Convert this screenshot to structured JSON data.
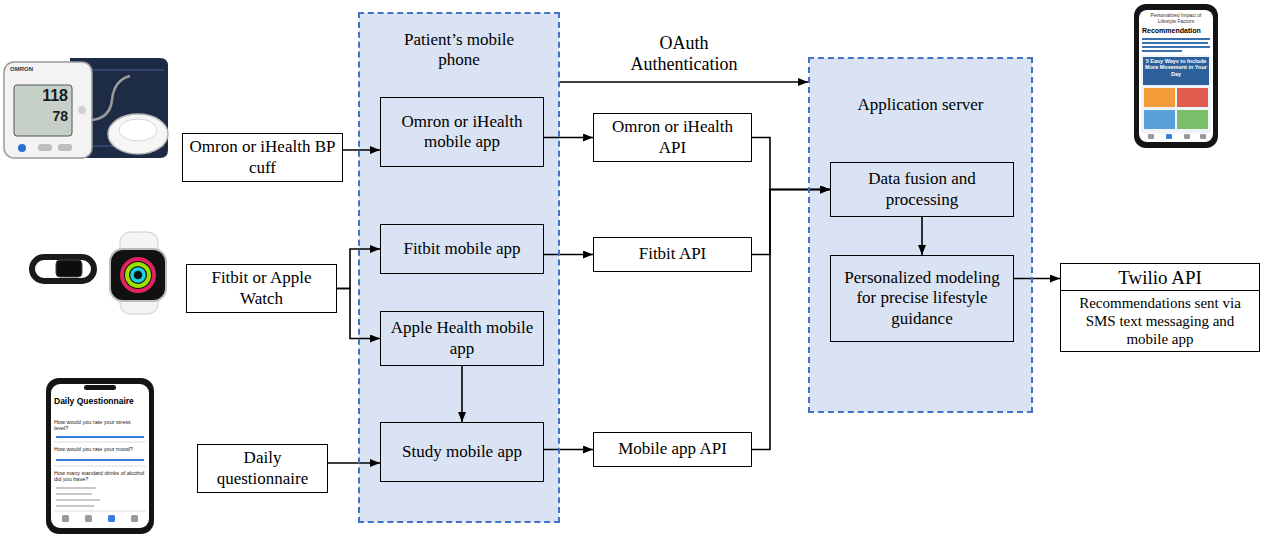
{
  "diagram": {
    "nodes": [
      {
        "text": [
          "Omron or iHealth BP cuff"
        ]
      },
      {
        "text": [
          "Fitbit or Apple Watch"
        ]
      },
      {
        "text": [
          "Daily questionnaire"
        ]
      },
      {
        "text": [
          "Patient’s mobile phone"
        ]
      },
      {
        "text": [
          "Omron or iHealth mobile app"
        ],
        "in": 3
      },
      {
        "text": [
          "Fitbit mobile app"
        ],
        "in": 3
      },
      {
        "text": [
          "Apple Health mobile app"
        ],
        "in": 3
      },
      {
        "text": [
          "Study mobile app"
        ],
        "in": 3
      },
      {
        "text": [
          "Omron or iHealth API"
        ]
      },
      {
        "text": [
          "Fitbit API"
        ]
      },
      {
        "text": [
          "Mobile app API"
        ]
      },
      {
        "text": [
          "Application server"
        ]
      },
      {
        "text": [
          "Data fusion and processing"
        ],
        "in": 11
      },
      {
        "text": [
          "Personalized modeling for precise lifestyle guidance"
        ],
        "in": 11
      },
      {
        "text": [
          "Twilio API"
        ]
      },
      {
        "text": [
          "Recommendations sent via SMS text messaging and mobile app"
        ]
      }
    ],
    "edges": [
      {
        "from": 0,
        "to": 4,
        "arrow": "to"
      },
      {
        "from": 1,
        "to": 5,
        "arrow": "to"
      },
      {
        "from": 1,
        "to": 6,
        "arrow": "to"
      },
      {
        "from": 6,
        "to": 7,
        "arrow": "to"
      },
      {
        "from": 2,
        "to": 7,
        "arrow": "to"
      },
      {
        "from": 4,
        "to": 8,
        "arrow": "to"
      },
      {
        "from": 5,
        "to": 9,
        "arrow": "to"
      },
      {
        "from": 7,
        "to": 10,
        "arrow": "to"
      },
      {
        "from": 8,
        "to": 12,
        "arrow": "to"
      },
      {
        "from": 9,
        "to": 12,
        "arrow": "to"
      },
      {
        "from": 10,
        "to": 12,
        "arrow": "to"
      },
      {
        "from": 12,
        "to": 13,
        "arrow": "to"
      },
      {
        "from": 13,
        "to": 14,
        "arrow": "to"
      },
      {
        "from": 3,
        "to": 11,
        "label": "OAuth Authentication",
        "arrow": "to"
      }
    ],
    "labels": [
      "OMRON",
      "118",
      "78",
      "Daily Questionnaire",
      "How would you rate your stress level?",
      "How would you rate your mood?",
      "How many standard drinks of alcohol did you have?",
      "Personalized Impact of Lifestyle Factors",
      "Recommendation",
      "5 Easy Ways to Include More Movement in Your Day"
    ]
  }
}
